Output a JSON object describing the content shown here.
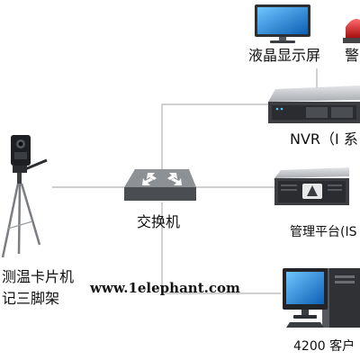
{
  "diagram": {
    "nodes": {
      "lcd_monitor": {
        "label": "液晶显示屏",
        "icon": "monitor-icon"
      },
      "alarm": {
        "label": "警",
        "icon": "alarm-light-icon"
      },
      "nvr": {
        "label": "NVR（I 系",
        "icon": "nvr-recorder-icon"
      },
      "management_platform": {
        "label": "管理平台(IS",
        "icon": "server-icon"
      },
      "client": {
        "label": "4200 客户",
        "icon": "desktop-pc-icon"
      },
      "switch": {
        "label": "交换机",
        "icon": "network-switch-icon"
      },
      "camera": {
        "label_line1": "测温卡片机",
        "label_line2": "记三脚架",
        "icon": "thermal-camera-tripod-icon"
      }
    }
  },
  "watermark": "www.1elephant.com",
  "colors": {
    "connector": "#b5b5b5",
    "device_dark": "#3b3d40",
    "device_light": "#c9cbce",
    "screen_blue": "#1e88e5",
    "alarm_red": "#d32f2f",
    "text": "#111111"
  }
}
